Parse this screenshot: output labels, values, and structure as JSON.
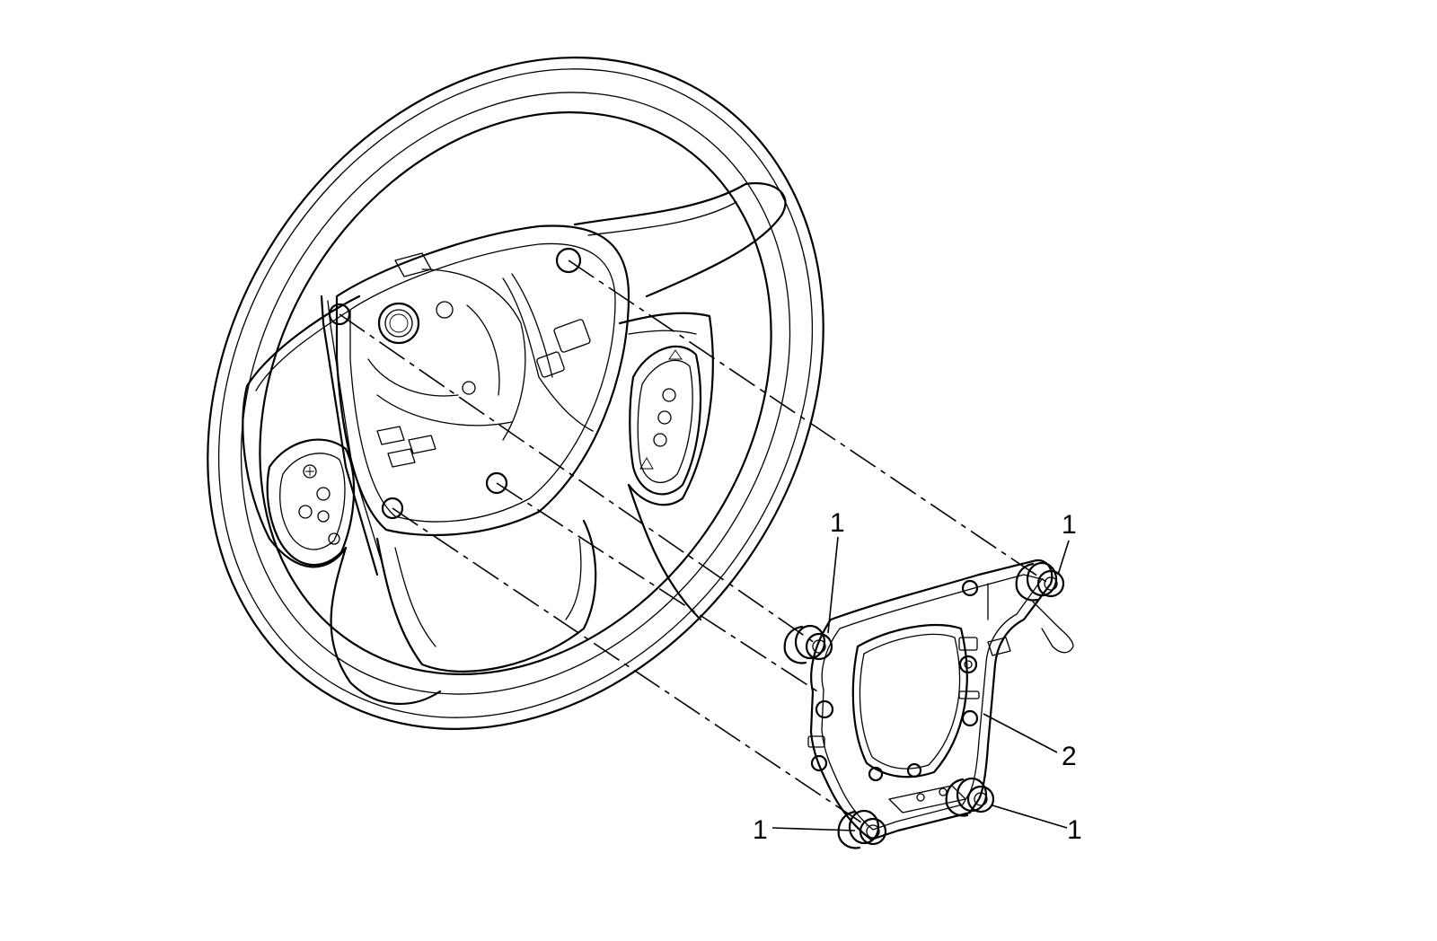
{
  "callouts": [
    {
      "id": "c1",
      "label": "1"
    },
    {
      "id": "c2",
      "label": "1"
    },
    {
      "id": "c3",
      "label": "2"
    },
    {
      "id": "c4",
      "label": "1"
    },
    {
      "id": "c5",
      "label": "1"
    }
  ]
}
